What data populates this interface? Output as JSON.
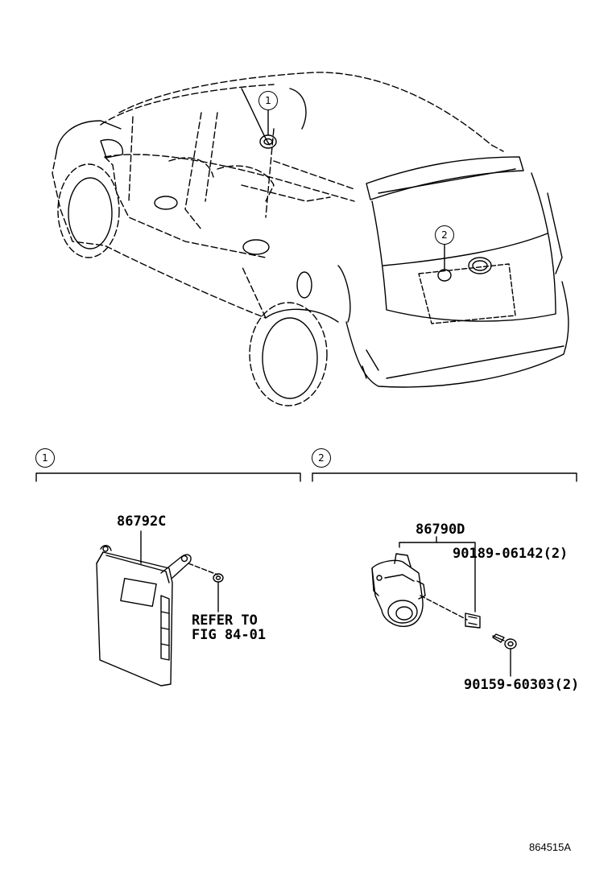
{
  "callouts": {
    "one": "1",
    "two": "2"
  },
  "sections": {
    "section_1": {
      "badge": "1",
      "part_ecu": "86792C",
      "refer_line1": "REFER TO",
      "refer_line2": "FIG 84-01"
    },
    "section_2": {
      "badge": "2",
      "part_camera": "86790D",
      "part_screw": "90189-06142(2)",
      "part_bolt": "90159-60303(2)"
    }
  },
  "figure_code": "864515A"
}
